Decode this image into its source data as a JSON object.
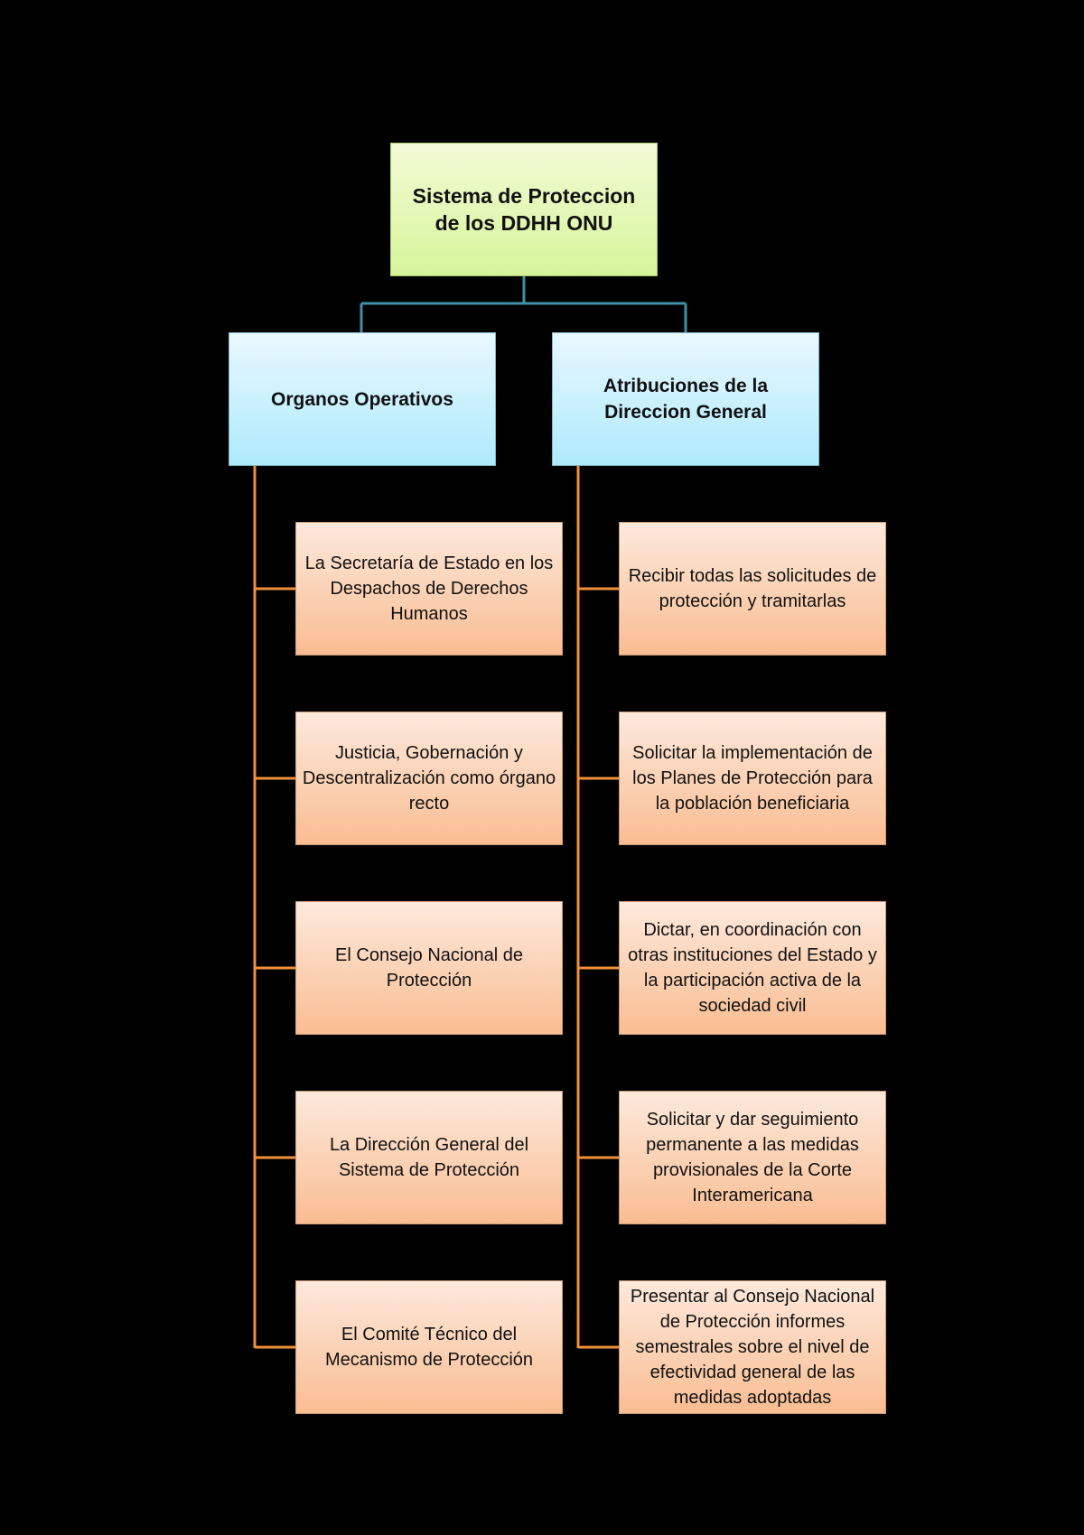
{
  "root": {
    "label": "Sistema de Proteccion de los DDHH ONU"
  },
  "branches": [
    {
      "label": "Organos Operativos",
      "items": [
        "La Secretaría de Estado en los Despachos de Derechos Humanos",
        "Justicia, Gobernación y Descentralización como órgano recto",
        "El Consejo Nacional de Protección",
        "La Dirección General del Sistema de Protección",
        "El Comité Técnico del Mecanismo de Protección"
      ]
    },
    {
      "label": "Atribuciones de la Direccion General",
      "items": [
        "Recibir todas las solicitudes de protección y tramitarlas",
        "Solicitar la implementación de los Planes de Protección para la población beneficiaria",
        "Dictar, en coordinación con otras instituciones del Estado y la participación activa de la sociedad civil",
        "Solicitar y dar seguimiento permanente a las medidas provisionales de la Corte Interamericana",
        "Presentar al Consejo Nacional de Protección informes semestrales sobre el nivel de efectividad general de las medidas adoptadas"
      ]
    }
  ],
  "colors": {
    "background": "#000000",
    "root_fill": "#d6f59a",
    "branch_fill": "#aeeafc",
    "leaf_fill": "#f9bd92",
    "root_connector": "#3f8fa6",
    "leaf_connector": "#f0913a"
  }
}
